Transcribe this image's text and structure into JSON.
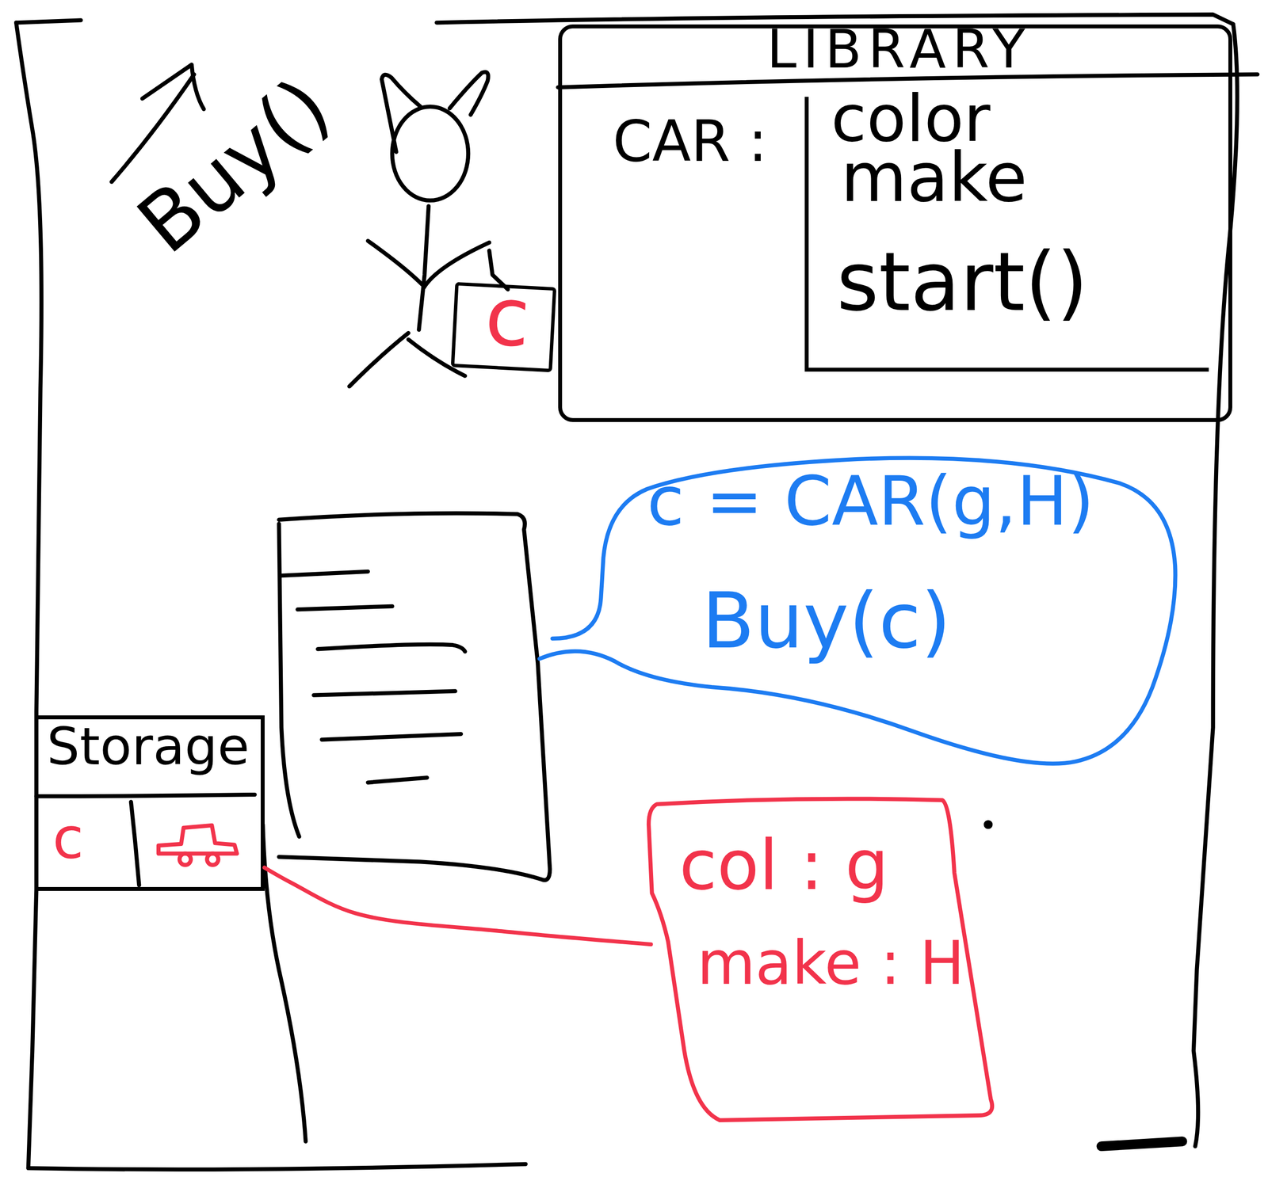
{
  "diagram": {
    "nodes": [
      {
        "text": [
          "LIBRARY"
        ]
      },
      {
        "text": [
          "CAR :",
          "color",
          "make",
          "start()"
        ],
        "in": 0
      },
      {
        "text": [
          "c"
        ]
      },
      {
        "text": [
          "c = CAR(g,H)",
          "Buy(c)"
        ]
      },
      {
        "text": [
          "Storage"
        ]
      },
      {
        "text": [
          "col : g",
          "make : H"
        ]
      }
    ],
    "edges": [
      {
        "from": 4,
        "to": 5,
        "arrow": "none"
      }
    ],
    "labels": [
      "Buy()",
      "c"
    ]
  }
}
